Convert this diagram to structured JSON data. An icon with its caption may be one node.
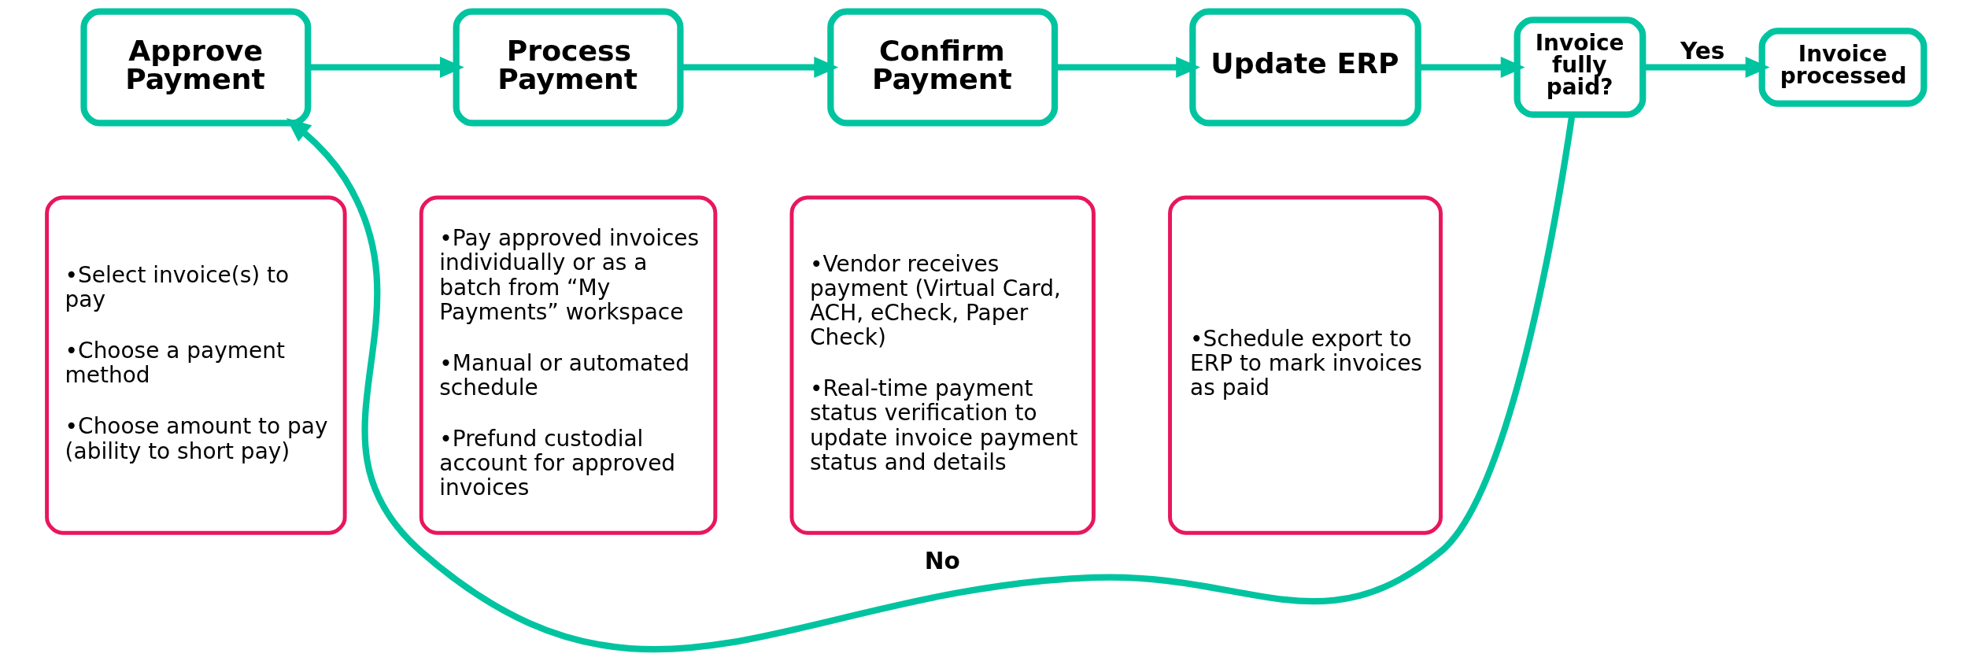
{
  "diagram": {
    "nodes": [
      {
        "text": [
          "Approve Payment"
        ]
      },
      {
        "text": [
          "•Select invoice(s) to pay",
          "•Choose a payment method",
          "•Choose amount to pay (ability to short pay)"
        ]
      },
      {
        "text": [
          "Process Payment"
        ]
      },
      {
        "text": [
          "•Pay approved invoices individually or as a batch from “My Payments” workspace",
          "•Manual or automated schedule",
          "•Prefund custodial account for approved invoices"
        ]
      },
      {
        "text": [
          "Confirm Payment"
        ]
      },
      {
        "text": [
          "•Vendor receives payment (Virtual Card, ACH, eCheck, Paper Check)",
          "•Real-time payment status verification to update invoice payment status and details"
        ]
      },
      {
        "text": [
          "Update ERP"
        ]
      },
      {
        "text": [
          "•Schedule export to ERP to mark invoices as paid"
        ]
      },
      {
        "text": [
          "Invoice fully paid?"
        ]
      },
      {
        "text": [
          "Invoice processed"
        ]
      }
    ],
    "edges": [
      {
        "from": 0,
        "to": 2,
        "arrow": "to"
      },
      {
        "from": 2,
        "to": 4,
        "arrow": "to"
      },
      {
        "from": 4,
        "to": 6,
        "arrow": "to"
      },
      {
        "from": 6,
        "to": 8,
        "arrow": "to"
      },
      {
        "from": 8,
        "to": 9,
        "label": "Yes",
        "arrow": "to"
      },
      {
        "from": 8,
        "to": 0,
        "label": "No",
        "arrow": "to"
      }
    ]
  }
}
